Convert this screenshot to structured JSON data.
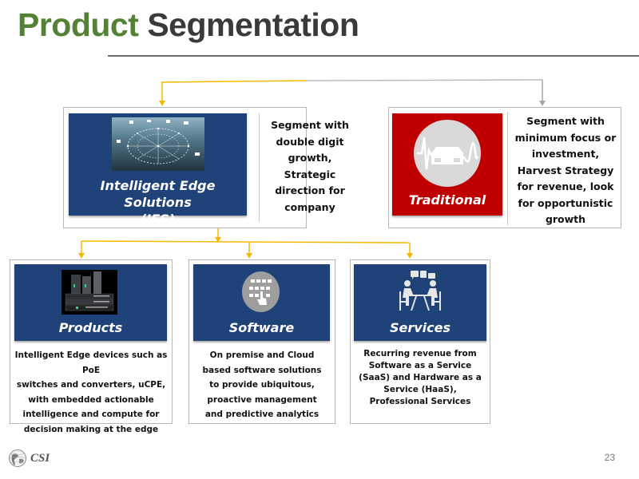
{
  "slide": {
    "title_part1": "Product",
    "title_part2": "Segmentation",
    "page_number": "23",
    "logo_text": "CSI"
  },
  "colors": {
    "title_green": "#538135",
    "title_dark": "#3a3a3a",
    "tile_blue": "#1f4279",
    "tile_red": "#c00000",
    "connector_yellow": "#f5b800",
    "connector_gray": "#a6a6a6"
  },
  "segments": [
    {
      "id": "ies",
      "label_line1": "Intelligent Edge Solutions",
      "label_line2": "(IES)",
      "icon": "network-brain-image",
      "description": [
        "Segment with",
        "double digit",
        "growth,",
        "Strategic",
        "direction for",
        "company"
      ]
    },
    {
      "id": "traditional",
      "label": "Traditional",
      "icon": "device-waveform-icon",
      "description": [
        "Segment with",
        "minimum focus or",
        "investment,",
        "Harvest Strategy",
        "for revenue, look",
        "for opportunistic",
        "growth"
      ]
    }
  ],
  "sub_segments": [
    {
      "id": "products",
      "label": "Products",
      "icon": "network-switches-image",
      "description": [
        "Intelligent Edge devices such as PoE",
        "switches and converters, uCPE,",
        "with embedded actionable",
        "intelligence and compute for",
        "decision making at the edge"
      ]
    },
    {
      "id": "software",
      "label": "Software",
      "icon": "touch-grid-icon",
      "description": [
        "On premise and Cloud",
        "based software solutions",
        "to provide ubiquitous,",
        "proactive management",
        "and predictive analytics"
      ]
    },
    {
      "id": "services",
      "label": "Services",
      "icon": "meeting-people-icon",
      "description": [
        "Recurring revenue from",
        "Software as a Service",
        "(SaaS) and Hardware as a",
        "Service (HaaS),",
        "Professional Services"
      ]
    }
  ]
}
